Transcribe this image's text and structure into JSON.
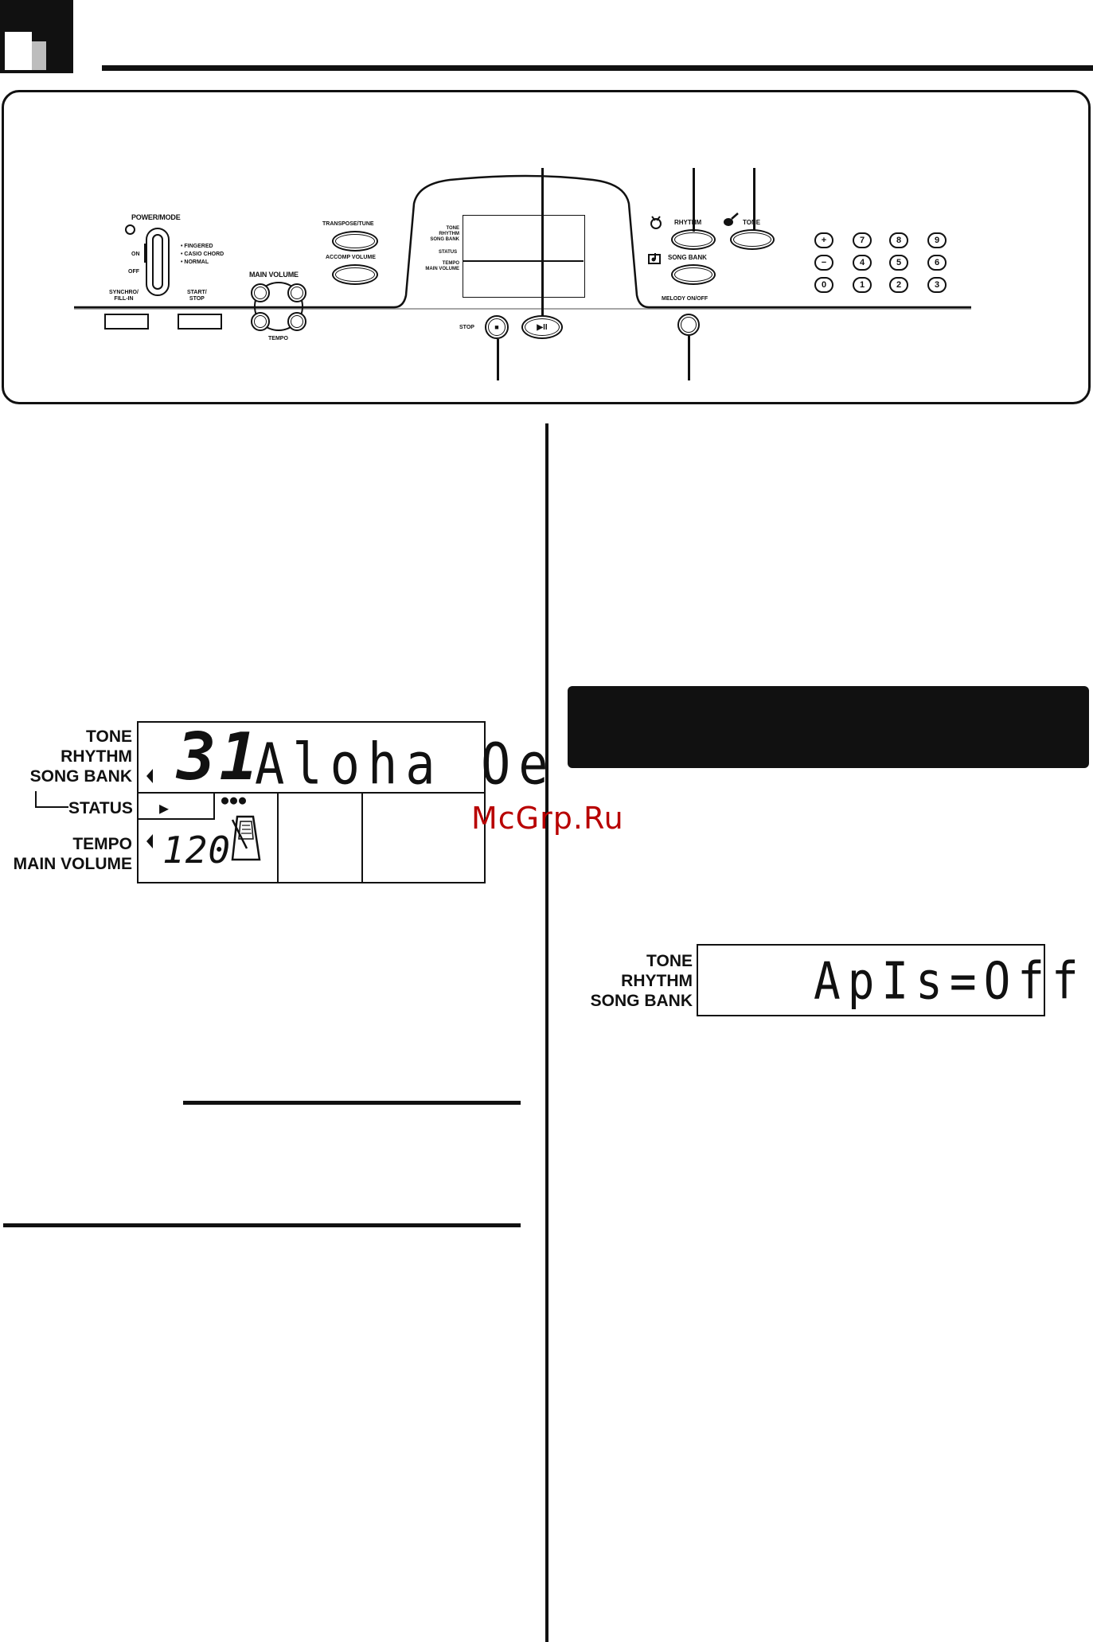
{
  "panel": {
    "power_mode_label": "POWER/MODE",
    "on_label": "ON",
    "off_label": "OFF",
    "mode_options": [
      "• FINGERED",
      "• CASIO CHORD",
      "• NORMAL"
    ],
    "synchro_label": "SYNCHRO/\nFILL-IN",
    "start_stop_label": "START/\nSTOP",
    "main_volume_label": "MAIN VOLUME",
    "tempo_label": "TEMPO",
    "transpose_label": "TRANSPOSE/TUNE",
    "accomp_volume_label": "ACCOMP VOLUME",
    "display_labels": [
      "TONE",
      "RHYTHM",
      "SONG BANK",
      "STATUS",
      "TEMPO",
      "MAIN VOLUME"
    ],
    "stop_label": "STOP",
    "stop_symbol": "■",
    "play_pause_symbol": "▶II",
    "rhythm_label": "RHYTHM",
    "tone_label": "TONE",
    "song_bank_label": "SONG BANK",
    "melody_label": "MELODY ON/OFF",
    "number_keys": [
      "+",
      "7",
      "8",
      "9",
      "−",
      "4",
      "5",
      "6",
      "0",
      "1",
      "2",
      "3"
    ]
  },
  "lcd_main": {
    "tone_label": "TONE",
    "rhythm_label": "RHYTHM",
    "song_bank_label": "SONG BANK",
    "status_label": "STATUS",
    "tempo_label": "TEMPO",
    "main_volume_label": "MAIN VOLUME",
    "number": "31",
    "name": "Aloha Oe",
    "tempo_value": "120",
    "status_arrow": "▶",
    "beat_dots": "●●●"
  },
  "lcd_apls": {
    "tone_label": "TONE",
    "rhythm_label": "RHYTHM",
    "song_bank_label": "SONG BANK",
    "text": "ApIs=Off"
  },
  "watermark": "McGrp.Ru"
}
